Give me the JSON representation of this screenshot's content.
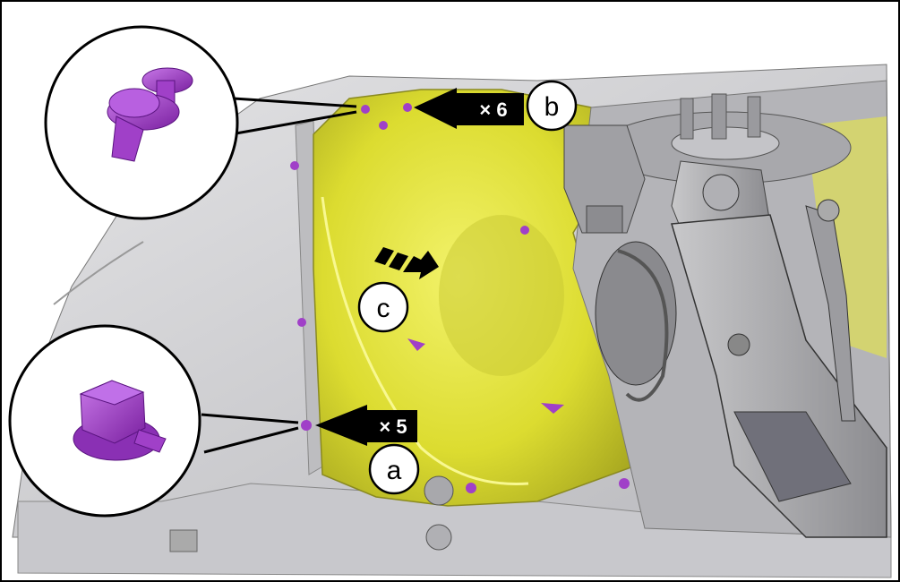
{
  "callouts": {
    "a": {
      "letter": "a",
      "count": "× 5"
    },
    "b": {
      "letter": "b",
      "count": "× 6"
    },
    "c": {
      "letter": "c"
    }
  },
  "colors": {
    "liner": "#e6e63a",
    "fastener": "#a040c8",
    "body_panel": "#d2d2d4",
    "suspension": "#9a9a9c",
    "outline": "#000000"
  },
  "icons": [
    "push-clip-icon",
    "hex-bolt-icon",
    "direction-arrow-icon"
  ]
}
